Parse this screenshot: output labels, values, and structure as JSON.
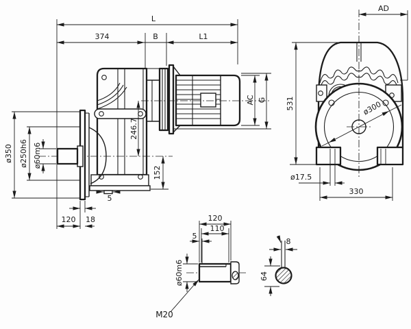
{
  "side_view": {
    "dim_L": "L",
    "dim_374": "374",
    "dim_B": "B",
    "dim_L1": "L1",
    "dim_d350": "ø350",
    "dim_d250h6": "ø250h6",
    "dim_d60m6": "ø60m6",
    "dim_246_7": "246.7",
    "dim_152": "152",
    "dim_5": "5",
    "dim_120": "120",
    "dim_18": "18",
    "dim_AC": "AC",
    "dim_G": "G"
  },
  "front_view": {
    "dim_AD": "AD",
    "dim_531": "531",
    "dim_d300": "ø300",
    "dim_d17_5": "ø17.5",
    "dim_330": "330"
  },
  "shaft_detail": {
    "dim_120": "120",
    "dim_110": "110",
    "dim_5": "5",
    "dim_d60m6": "ø60m6",
    "dim_M20": "M20"
  },
  "key_section": {
    "dim_8": "8",
    "dim_64": "64"
  }
}
